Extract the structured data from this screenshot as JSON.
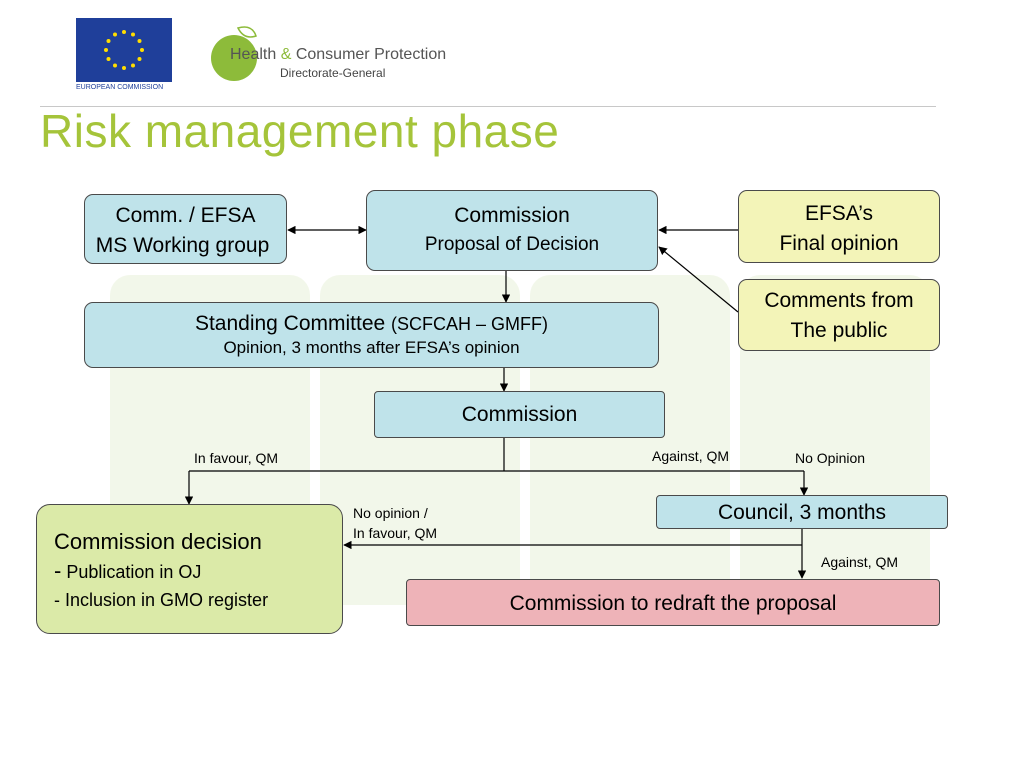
{
  "header": {
    "eu_logo_caption": "EUROPEAN COMMISSION",
    "dg_name_part1": "Health",
    "dg_name_amp": "&",
    "dg_name_part2": "Consumer Protection",
    "dg_subtitle": "Directorate-General"
  },
  "title": "Risk management phase",
  "boxes": {
    "comm_efsa": {
      "line1": "Comm. / EFSA",
      "line2": "MS Working group"
    },
    "commission_proposal": {
      "line1": "Commission",
      "line2": "Proposal of Decision"
    },
    "efsa_opinion": {
      "line1": "EFSA’s",
      "line2": "Final opinion"
    },
    "public_comments": {
      "line1": "Comments from",
      "line2": "The public"
    },
    "standing_committee": {
      "line1a": "Standing Committee",
      "line1b": "(SCFCAH – GMFF)",
      "line2": "Opinion, 3 months after EFSA’s opinion"
    },
    "commission": {
      "line1": "Commission"
    },
    "council": {
      "line1": "Council, 3 months"
    },
    "commission_decision": {
      "line1": "Commission decision",
      "line2": "Publication in OJ",
      "line3": "- Inclusion in GMO register",
      "dash": "-"
    },
    "redraft": {
      "line1": "Commission to redraft the proposal"
    }
  },
  "edge_labels": {
    "in_favour": "In favour, QM",
    "against_1": "Against, QM",
    "no_opinion": "No Opinion",
    "no_opinion_favour_1": "No opinion /",
    "no_opinion_favour_2": "In favour, QM",
    "against_2": "Against, QM"
  },
  "colors": {
    "title": "#a5c43a",
    "blue_box": "#bfe3ea",
    "yellow_box": "#f3f4b8",
    "green_box": "#dbeaa8",
    "red_box": "#eeb3b8",
    "eu_flag": "#1f3f9a",
    "eu_stars": "#ffdd00",
    "dg_green": "#8dbb3a"
  }
}
